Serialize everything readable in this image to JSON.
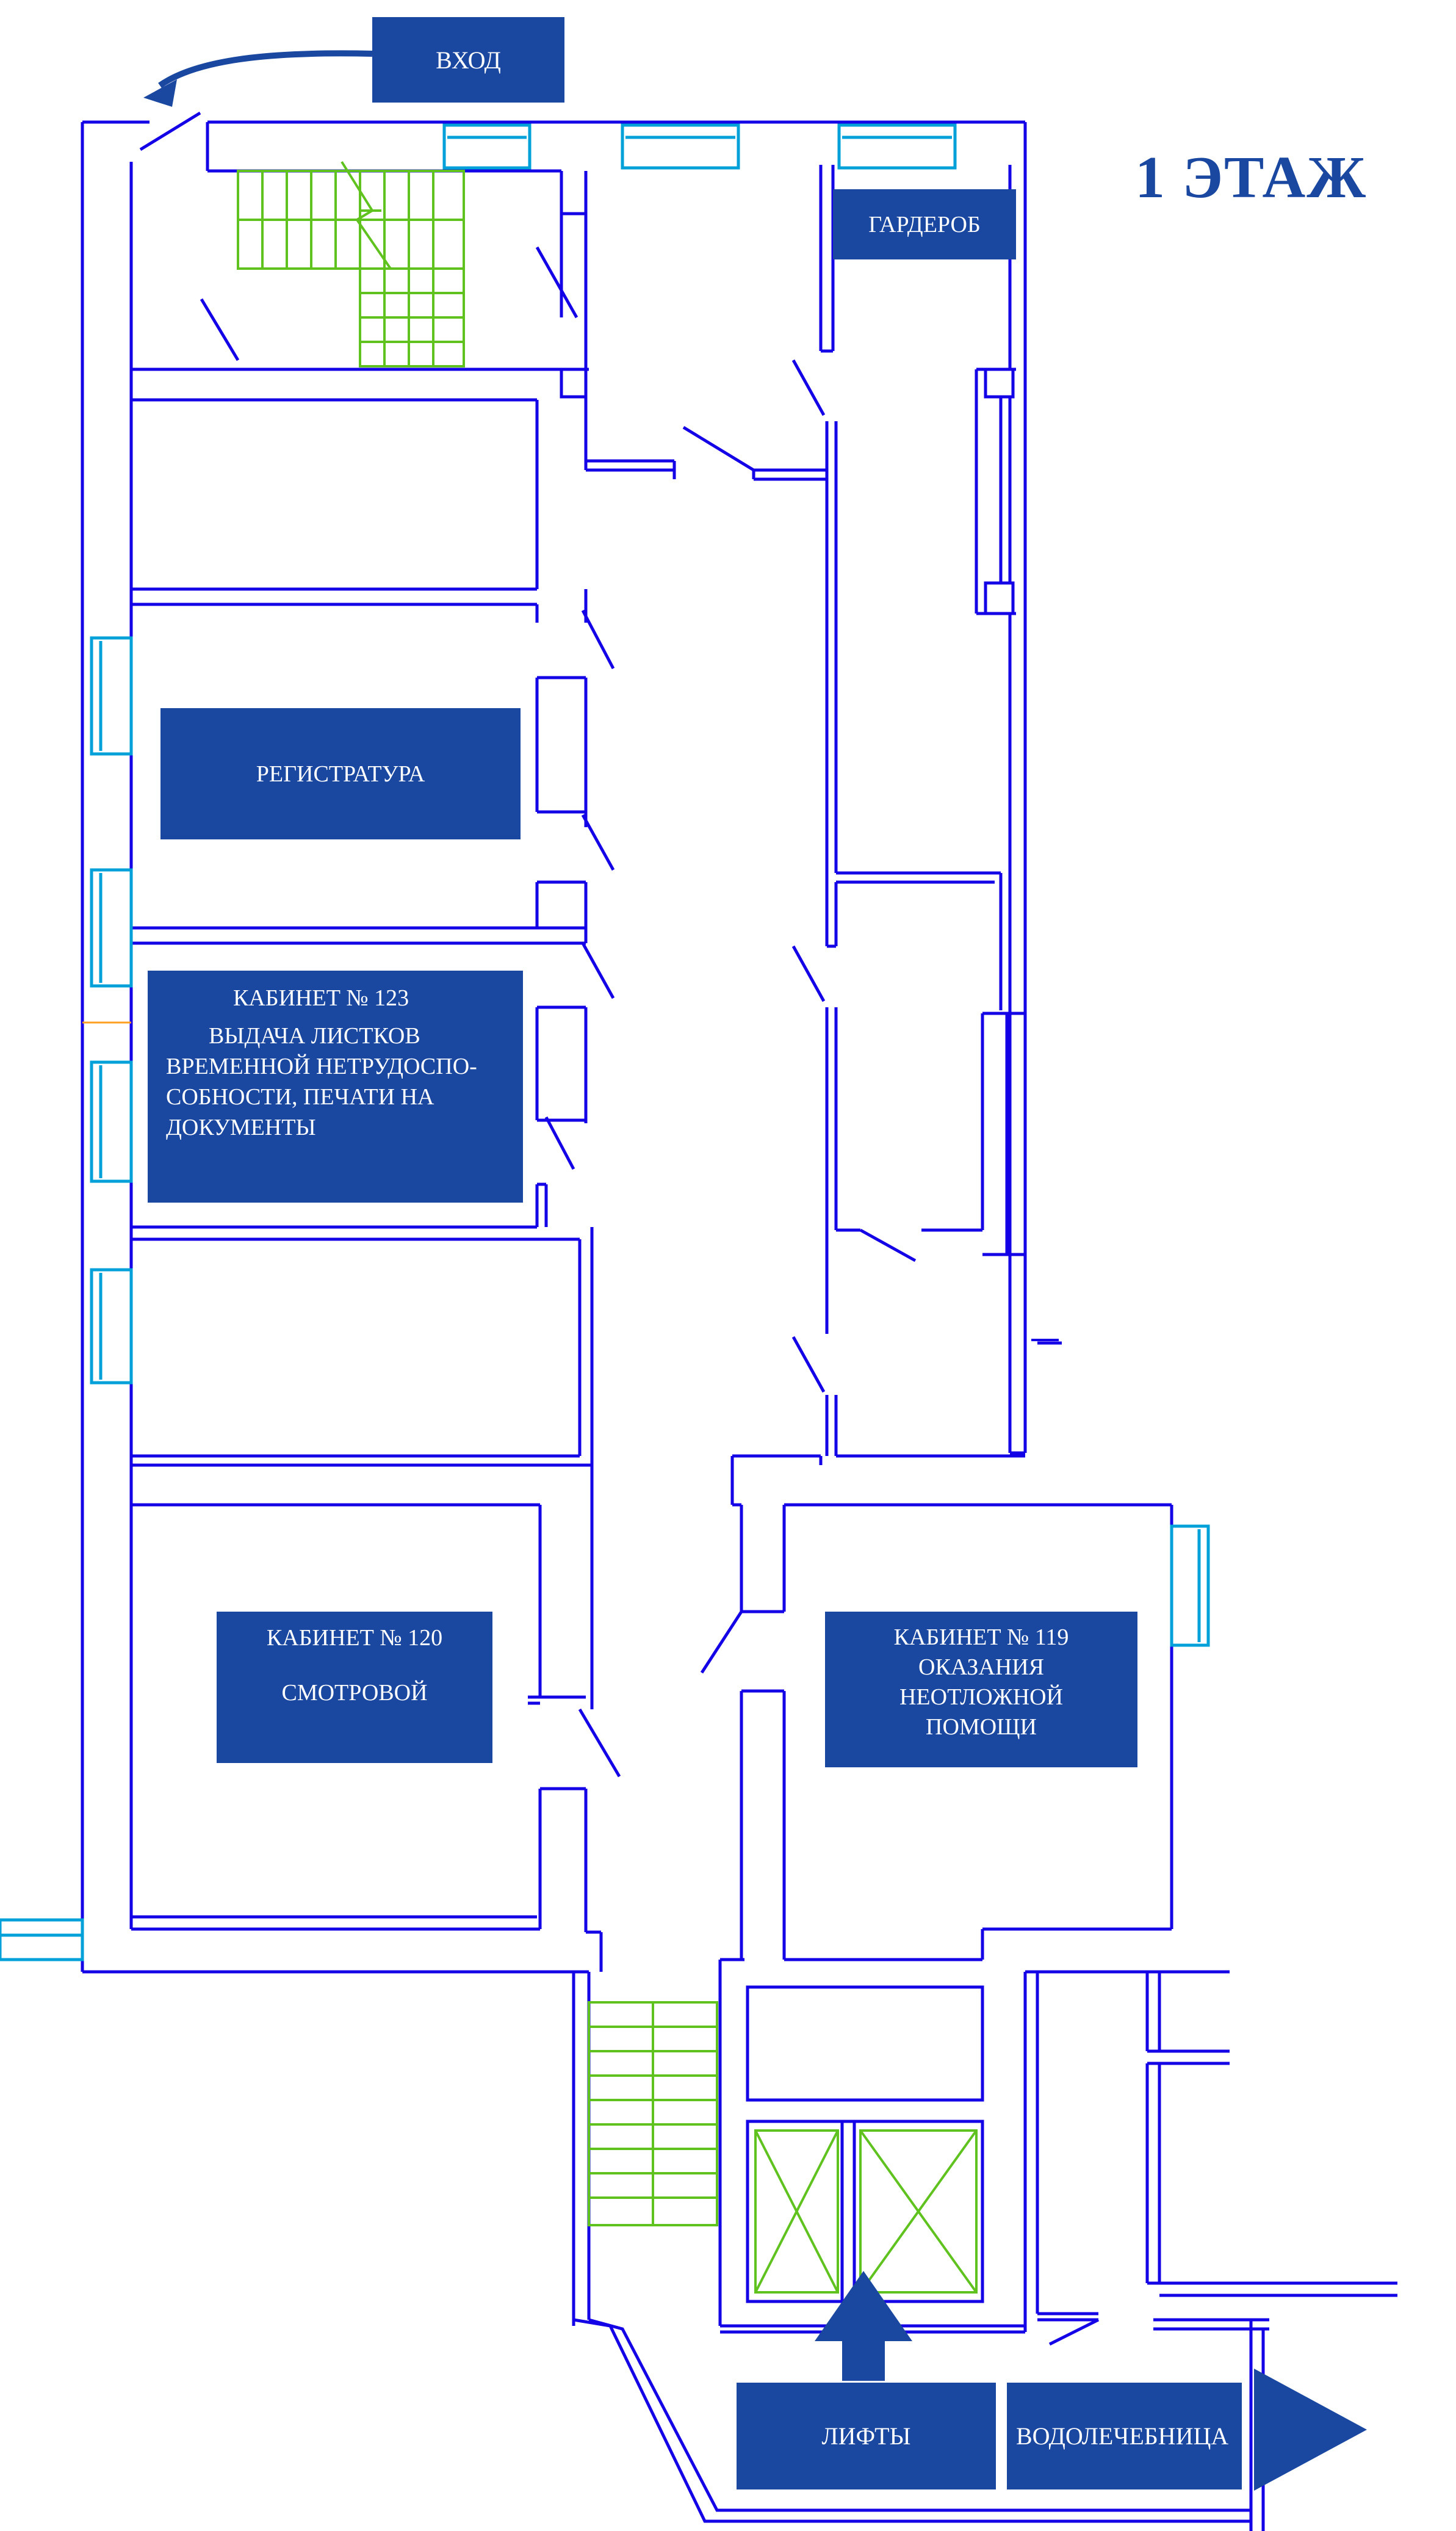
{
  "floor_title": "1 ЭТАЖ",
  "labels": {
    "entrance": "ВХОД",
    "wardrobe": "ГАРДЕРОБ",
    "registry": "РЕГИСТРАТУРА",
    "room123": {
      "number": "КАБИНЕТ № 123",
      "lines": [
        "ВЫДАЧА ЛИСТКОВ",
        "ВРЕМЕННОЙ НЕТРУДОСПО-",
        "СОБНОСТИ, ПЕЧАТИ НА",
        "ДОКУМЕНТЫ"
      ]
    },
    "room120": {
      "number": "КАБИНЕТ № 120",
      "lines": [
        "СМОТРОВОЙ"
      ]
    },
    "room119": {
      "number": "КАБИНЕТ № 119",
      "lines": [
        "ОКАЗАНИЯ",
        "НЕОТЛОЖНОЙ",
        "ПОМОЩИ"
      ]
    },
    "elevators": "ЛИФТЫ",
    "hydrotherapy": "ВОДОЛЕЧЕБНИЦА"
  },
  "colors": {
    "wall": "#1400e6",
    "label_bg": "#1a47a0",
    "window": "#00a0d8",
    "stairs": "#5fc21e",
    "arrow": "#1a47a0"
  }
}
